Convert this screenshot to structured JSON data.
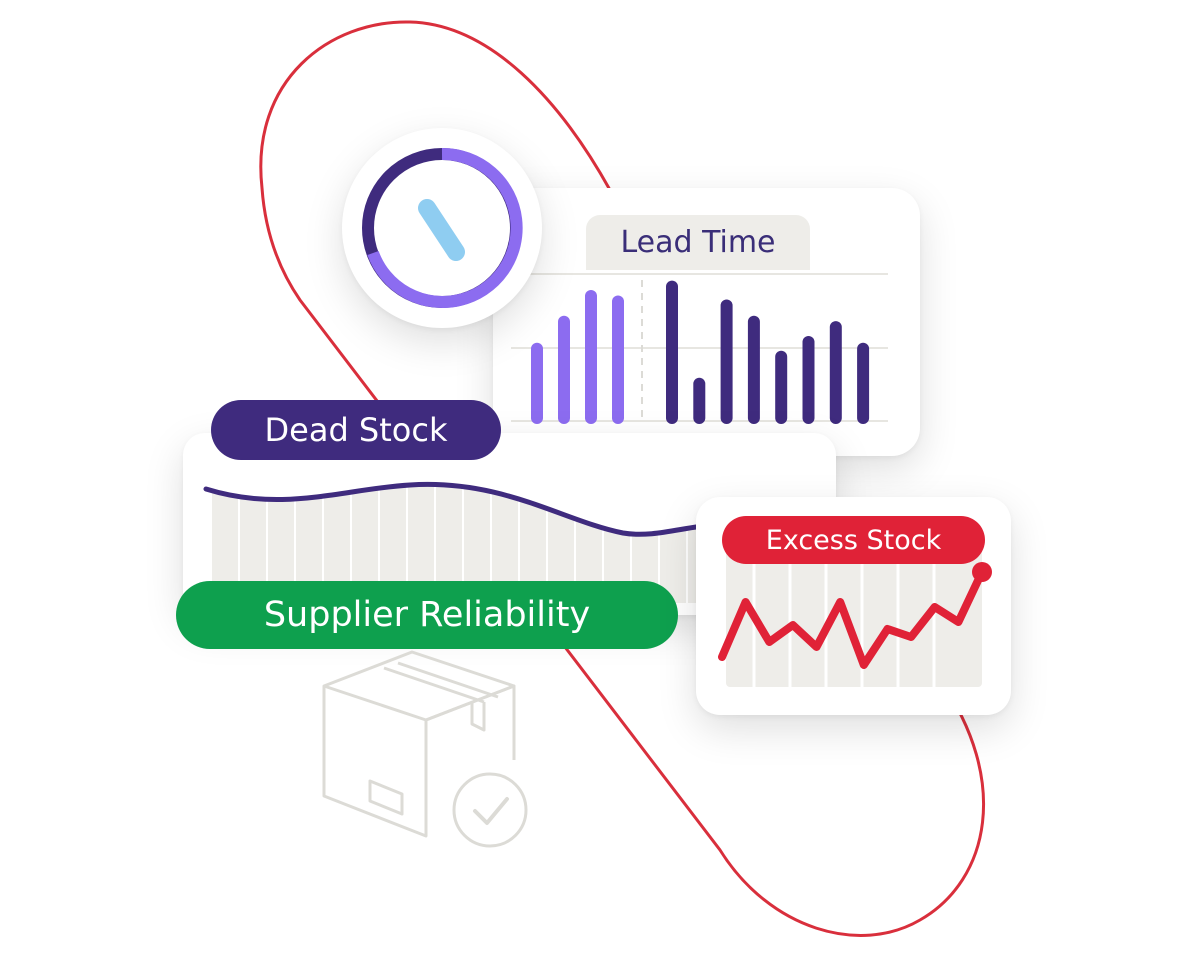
{
  "lead_time": {
    "title": "Lead Time",
    "chart_data": {
      "type": "bar",
      "series": [
        {
          "values": [
            58,
            78,
            97,
            93
          ]
        },
        {
          "values": [
            104,
            32,
            90,
            78,
            52,
            63,
            74,
            58
          ]
        }
      ]
    }
  },
  "dead_stock": {
    "title": "Dead Stock"
  },
  "supplier_reliability": {
    "title": "Supplier Reliability"
  },
  "excess_stock": {
    "title": "Excess Stock",
    "chart_data": {
      "type": "line",
      "values": [
        20,
        75,
        35,
        52,
        30,
        75,
        12,
        48,
        40,
        70,
        55,
        105
      ]
    }
  },
  "icons": [
    "clock-icon",
    "package-box-icon",
    "check-circle-icon"
  ],
  "colors": {
    "purple_light": "#8c6cf0",
    "purple_dark": "#3f2b7e",
    "green": "#0ea04e",
    "red": "#e02237",
    "sky": "#8fcdf1",
    "outline_red": "#d92f3c",
    "gray_fill": "#eeede9"
  }
}
